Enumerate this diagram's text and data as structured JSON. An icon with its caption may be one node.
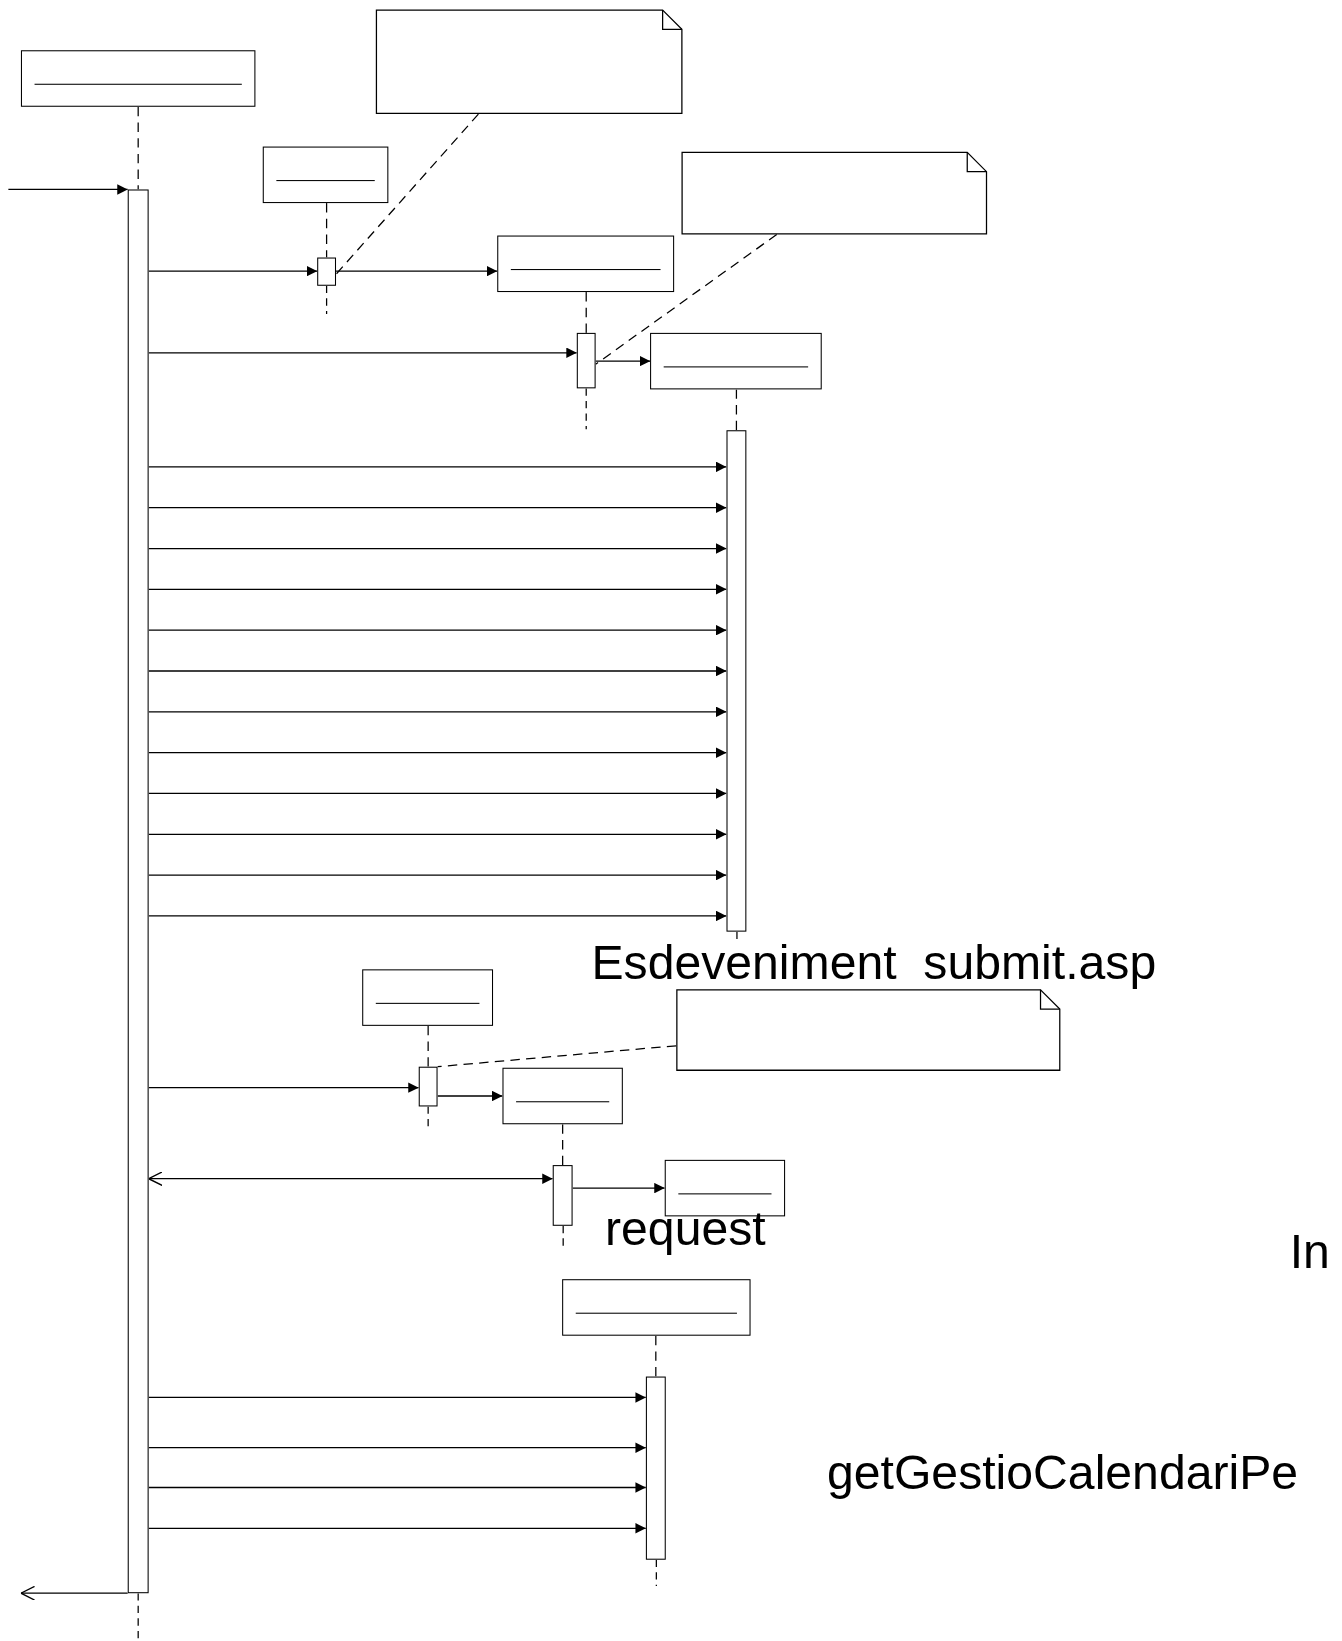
{
  "diagram": {
    "nodes": [
      {
        "text": [],
        "shape": "note"
      },
      {
        "text": [],
        "shape": "box"
      },
      {
        "text": [],
        "shape": "box"
      },
      {
        "text": [],
        "shape": "note"
      },
      {
        "text": [],
        "shape": "bar"
      },
      {
        "text": [],
        "shape": "bar"
      },
      {
        "text": [],
        "shape": "box"
      },
      {
        "text": [],
        "shape": "bar"
      },
      {
        "text": [],
        "shape": "box"
      },
      {
        "text": [],
        "shape": "bar"
      },
      {
        "text": [],
        "shape": "box"
      },
      {
        "text": [],
        "shape": "note"
      },
      {
        "text": [],
        "shape": "bar"
      },
      {
        "text": [],
        "shape": "box"
      },
      {
        "text": [],
        "shape": "box"
      },
      {
        "text": [],
        "shape": "bar"
      },
      {
        "text": [],
        "shape": "box"
      },
      {
        "text": [],
        "shape": "bar"
      }
    ],
    "edges": [
      {
        "from": null,
        "to": 4,
        "arrow": "to"
      },
      {
        "from": 4,
        "to": 5,
        "arrow": "to"
      },
      {
        "from": 5,
        "to": 6,
        "arrow": "to"
      },
      {
        "from": 4,
        "to": 7,
        "arrow": "to"
      },
      {
        "from": 7,
        "to": 8,
        "arrow": "to"
      },
      {
        "from": 4,
        "to": 9,
        "arrow": "to"
      },
      {
        "from": 4,
        "to": 9,
        "arrow": "to"
      },
      {
        "from": 4,
        "to": 9,
        "arrow": "to"
      },
      {
        "from": 4,
        "to": 9,
        "arrow": "to"
      },
      {
        "from": 4,
        "to": 9,
        "arrow": "to"
      },
      {
        "from": 4,
        "to": 9,
        "arrow": "to"
      },
      {
        "from": 4,
        "to": 9,
        "arrow": "to"
      },
      {
        "from": 4,
        "to": 9,
        "arrow": "to"
      },
      {
        "from": 4,
        "to": 9,
        "arrow": "to"
      },
      {
        "from": 4,
        "to": 9,
        "arrow": "to"
      },
      {
        "from": 4,
        "to": 9,
        "arrow": "to"
      },
      {
        "from": 4,
        "to": 9,
        "arrow": "to"
      },
      {
        "from": 4,
        "to": 12,
        "arrow": "to"
      },
      {
        "from": 12,
        "to": 13,
        "arrow": "to"
      },
      {
        "from": 15,
        "to": 4,
        "arrow": "both"
      },
      {
        "from": 15,
        "to": 14,
        "arrow": "to"
      },
      {
        "from": 4,
        "to": 17,
        "arrow": "to"
      },
      {
        "from": 4,
        "to": 17,
        "arrow": "to"
      },
      {
        "from": 4,
        "to": 17,
        "arrow": "to"
      },
      {
        "from": 4,
        "to": 17,
        "arrow": "to"
      },
      {
        "from": 4,
        "to": null,
        "arrow": "to"
      },
      {
        "from": 0,
        "to": 5,
        "arrow": "none",
        "style": "dashed"
      },
      {
        "from": 3,
        "to": 7,
        "arrow": "none",
        "style": "dashed"
      },
      {
        "from": 11,
        "to": 12,
        "arrow": "none",
        "style": "dashed"
      },
      {
        "from": 1,
        "to": 4,
        "arrow": "none",
        "style": "dashed"
      },
      {
        "from": 2,
        "to": 5,
        "arrow": "none",
        "style": "dashed"
      },
      {
        "from": 6,
        "to": 7,
        "arrow": "none",
        "style": "dashed"
      },
      {
        "from": 8,
        "to": 9,
        "arrow": "none",
        "style": "dashed"
      },
      {
        "from": 10,
        "to": 12,
        "arrow": "none",
        "style": "dashed"
      },
      {
        "from": 13,
        "to": 15,
        "arrow": "none",
        "style": "dashed"
      },
      {
        "from": 16,
        "to": 17,
        "arrow": "none",
        "style": "dashed"
      }
    ],
    "labels": [
      "Esdeveniment  submit.asp",
      "request",
      "In",
      "getGestioCalendariPe"
    ]
  }
}
